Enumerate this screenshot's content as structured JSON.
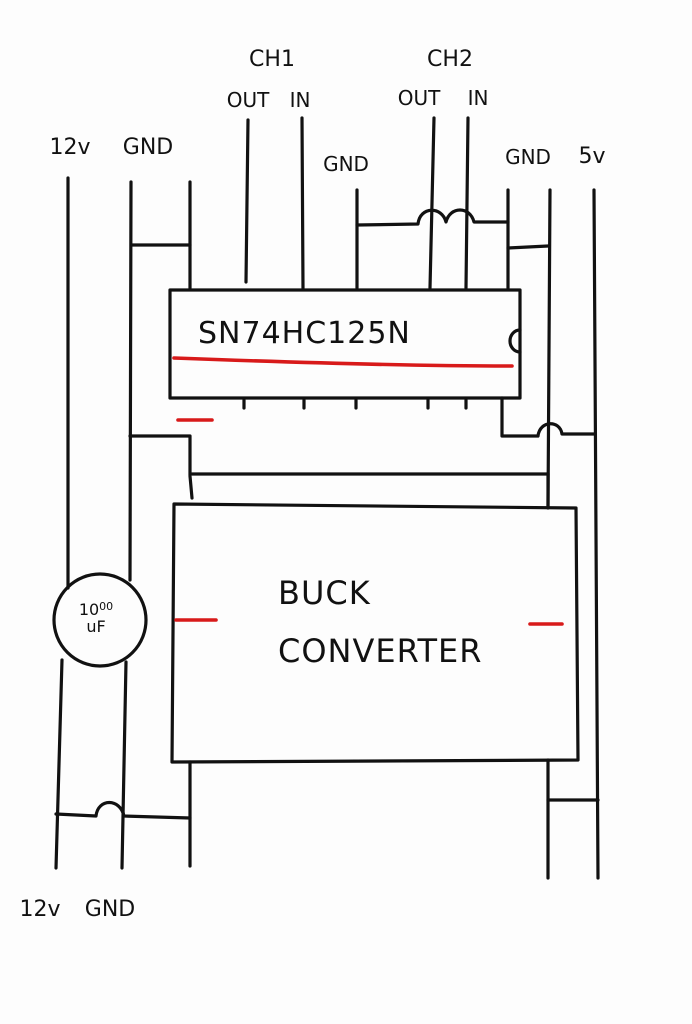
{
  "labels": {
    "ch1": "CH1",
    "ch1_out": "OUT",
    "ch1_in": "IN",
    "ch2": "CH2",
    "ch2_out": "OUT",
    "ch2_in": "IN",
    "left_12v_top": "12v",
    "left_gnd_top": "GND",
    "mid_gnd": "GND",
    "right_gnd": "GND",
    "right_5v": "5v",
    "bottom_12v": "12v",
    "bottom_gnd": "GND"
  },
  "chip": {
    "name": "SN74HC125N"
  },
  "buck": {
    "line1": "BUCK",
    "line2": "CONVERTER"
  },
  "capacitor": {
    "value_main": "10",
    "value_sup": "00",
    "unit": "uF"
  }
}
